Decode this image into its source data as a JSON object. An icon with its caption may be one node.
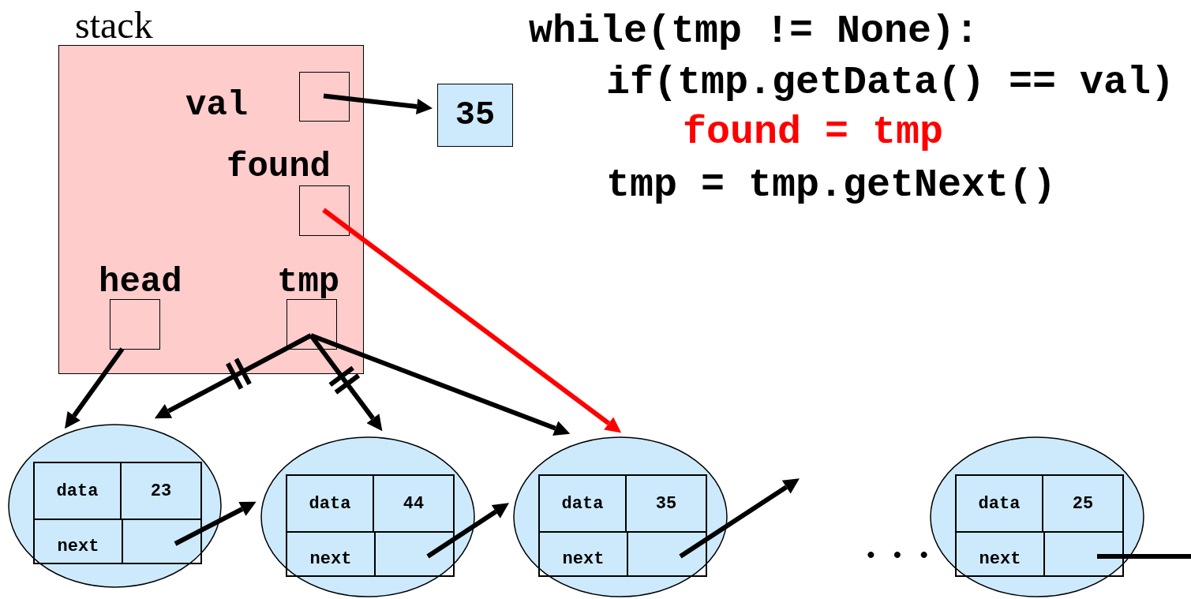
{
  "diagram": {
    "nodes": [
      {
        "text": [
          "stack"
        ]
      },
      {
        "text": [],
        "shape": "box",
        "in": 0,
        "beside": [
          "val"
        ]
      },
      {
        "text": [],
        "shape": "box",
        "in": 0,
        "beside": [
          "found"
        ]
      },
      {
        "text": [],
        "shape": "box",
        "in": 0,
        "beside": [
          "head"
        ]
      },
      {
        "text": [],
        "shape": "box",
        "in": 0,
        "beside": [
          "tmp"
        ]
      },
      {
        "text": [
          "35"
        ]
      },
      {
        "text": [
          "data",
          "23",
          "next"
        ]
      },
      {
        "text": [
          "data",
          "44",
          "next"
        ]
      },
      {
        "text": [
          "data",
          "35",
          "next"
        ]
      },
      {
        "text": [
          "data",
          "25",
          "next"
        ]
      },
      {
        "text": [],
        "shape": "box",
        "in": 6
      },
      {
        "text": [],
        "shape": "box",
        "in": 7
      },
      {
        "text": [],
        "shape": "box",
        "in": 8
      },
      {
        "text": [],
        "shape": "box",
        "in": 9
      }
    ],
    "edges": [
      {
        "from": 1,
        "to": 5,
        "arrow": "to"
      },
      {
        "from": 2,
        "to": 8,
        "arrow": "to",
        "color": "#ff0000"
      },
      {
        "from": 3,
        "to": 6,
        "arrow": "to"
      },
      {
        "from": 4,
        "to": 6,
        "arrow": "to"
      },
      {
        "from": 4,
        "to": 7,
        "arrow": "to"
      },
      {
        "from": 4,
        "to": 8,
        "arrow": "to"
      },
      {
        "from": 10,
        "to": 7,
        "arrow": "to"
      },
      {
        "from": 11,
        "to": 8,
        "arrow": "to"
      },
      {
        "from": 12,
        "to": null,
        "arrow": "to"
      },
      {
        "from": 13,
        "to": null,
        "arrow": "none"
      }
    ],
    "labels": [
      "while(tmp != None):",
      "if(tmp.getData() == val)",
      "found = tmp",
      "tmp = tmp.getNext()",
      "• • •"
    ]
  }
}
